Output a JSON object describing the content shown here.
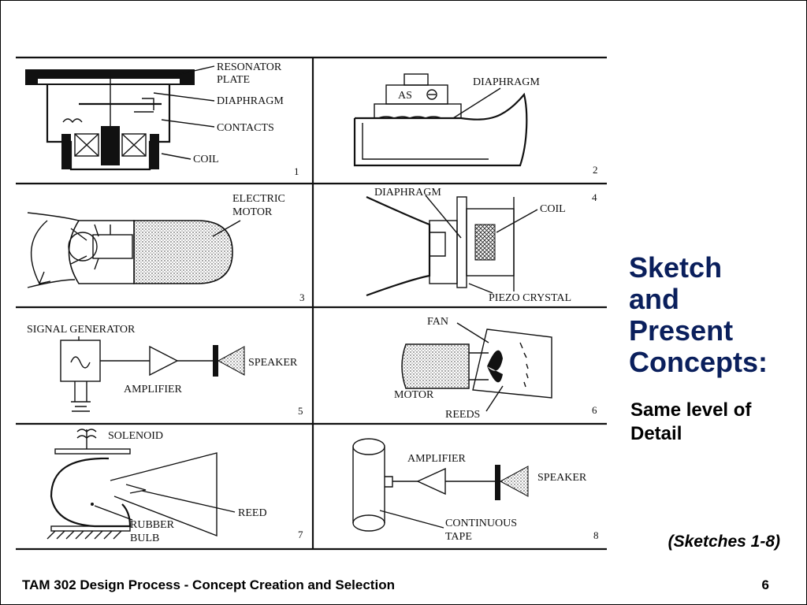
{
  "slide": {
    "heading_line1": "Sketch",
    "heading_line2": "and",
    "heading_line3": "Present",
    "heading_line4": "Concepts:",
    "subheading_line1": "Same level of",
    "subheading_line2": "Detail",
    "caption": "(Sketches 1-8)",
    "footer_title": "TAM 302 Design Process - Concept Creation and Selection",
    "page_number": "6"
  },
  "sketches": {
    "s1": {
      "number": "1",
      "resonator": "RESONATOR",
      "plate": "PLATE",
      "diaphragm": "DIAPHRAGM",
      "contacts": "CONTACTS",
      "coil": "COIL"
    },
    "s2": {
      "number": "2",
      "diaphragm": "DIAPHRAGM",
      "as": "AS"
    },
    "s3": {
      "number": "3",
      "electric": "ELECTRIC",
      "motor": "MOTOR"
    },
    "s4": {
      "number": "4",
      "diaphragm": "DIAPHRAGM",
      "coil": "COIL",
      "piezo": "PIEZO CRYSTAL"
    },
    "s5": {
      "number": "5",
      "signal_generator": "SIGNAL GENERATOR",
      "amplifier": "AMPLIFIER",
      "speaker": "SPEAKER"
    },
    "s6": {
      "number": "6",
      "fan": "FAN",
      "motor": "MOTOR",
      "reeds": "REEDS"
    },
    "s7": {
      "number": "7",
      "solenoid": "SOLENOID",
      "reed": "REED",
      "rubber": "RUBBER",
      "bulb": "BULB"
    },
    "s8": {
      "number": "8",
      "amplifier": "AMPLIFIER",
      "speaker": "SPEAKER",
      "continuous": "CONTINUOUS",
      "tape": "TAPE"
    }
  }
}
